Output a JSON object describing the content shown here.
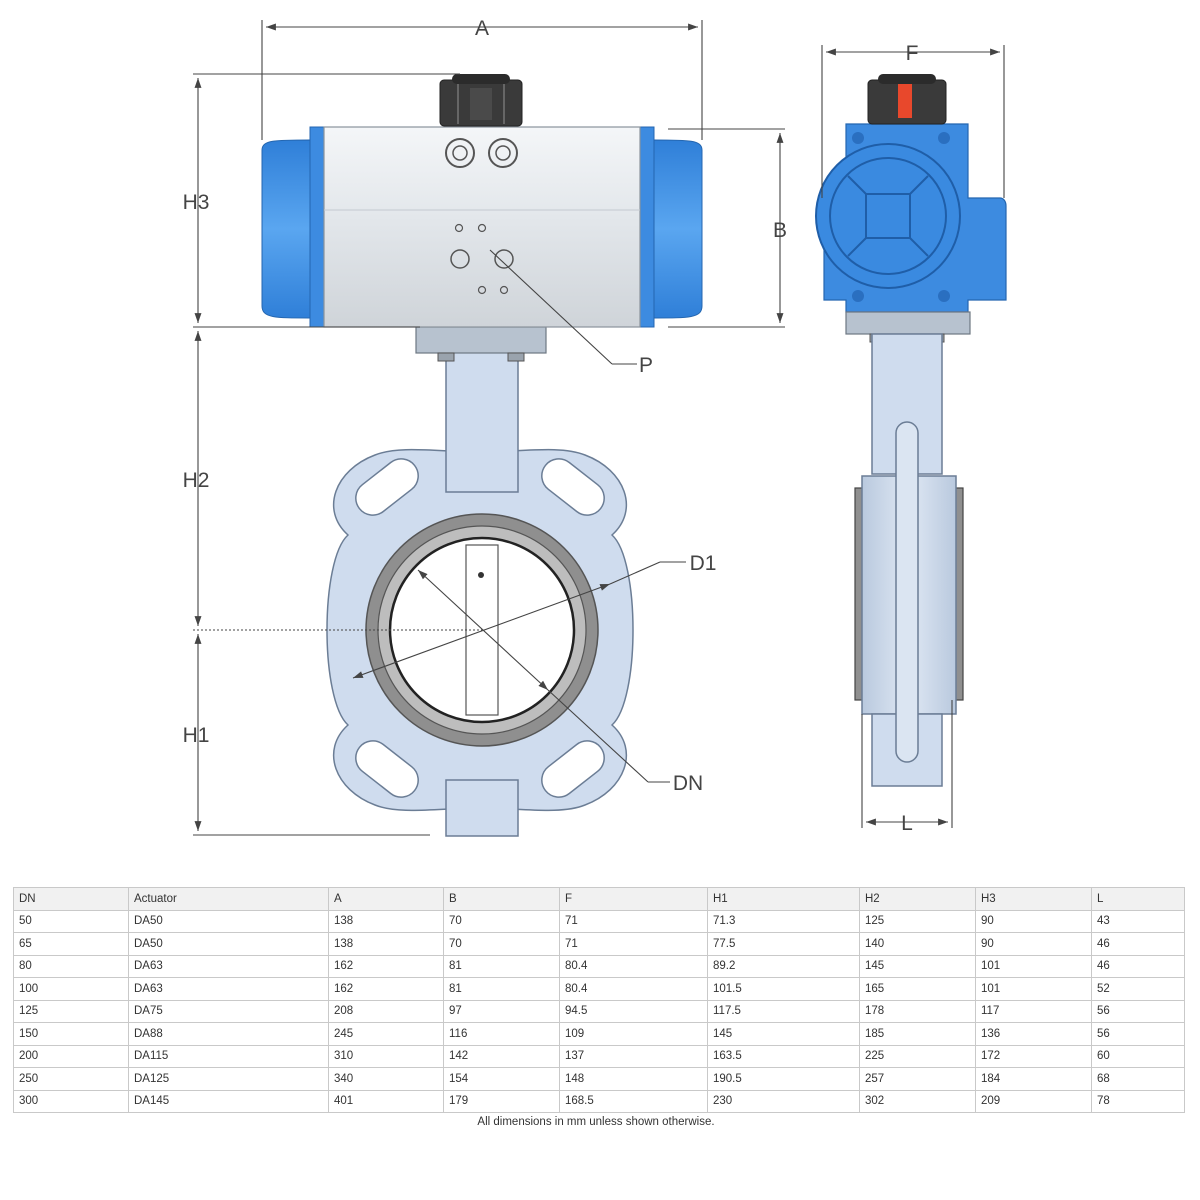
{
  "drawing": {
    "labels": {
      "A": "A",
      "B": "B",
      "F": "F",
      "H1": "H1",
      "H2": "H2",
      "H3": "H3",
      "L": "L",
      "P": "P",
      "D1": "D1",
      "DN": "DN"
    },
    "colors": {
      "actuator_blue": "#3d8be0",
      "actuator_body": "#e7ebef",
      "valve_body": "#ccdcf0",
      "liner_grey": "#8f8f8f",
      "indicator_red": "#e8482c"
    }
  },
  "table": {
    "headers": [
      "DN",
      "Actuator",
      "A",
      "B",
      "F",
      "H1",
      "H2",
      "H3",
      "L"
    ],
    "rows": [
      [
        "50",
        "DA50",
        "138",
        "70",
        "71",
        "71.3",
        "125",
        "90",
        "43"
      ],
      [
        "65",
        "DA50",
        "138",
        "70",
        "71",
        "77.5",
        "140",
        "90",
        "46"
      ],
      [
        "80",
        "DA63",
        "162",
        "81",
        "80.4",
        "89.2",
        "145",
        "101",
        "46"
      ],
      [
        "100",
        "DA63",
        "162",
        "81",
        "80.4",
        "101.5",
        "165",
        "101",
        "52"
      ],
      [
        "125",
        "DA75",
        "208",
        "97",
        "94.5",
        "117.5",
        "178",
        "117",
        "56"
      ],
      [
        "150",
        "DA88",
        "245",
        "116",
        "109",
        "145",
        "185",
        "136",
        "56"
      ],
      [
        "200",
        "DA115",
        "310",
        "142",
        "137",
        "163.5",
        "225",
        "172",
        "60"
      ],
      [
        "250",
        "DA125",
        "340",
        "154",
        "148",
        "190.5",
        "257",
        "184",
        "68"
      ],
      [
        "300",
        "DA145",
        "401",
        "179",
        "168.5",
        "230",
        "302",
        "209",
        "78"
      ]
    ]
  },
  "note": "All dimensions in mm unless shown otherwise."
}
